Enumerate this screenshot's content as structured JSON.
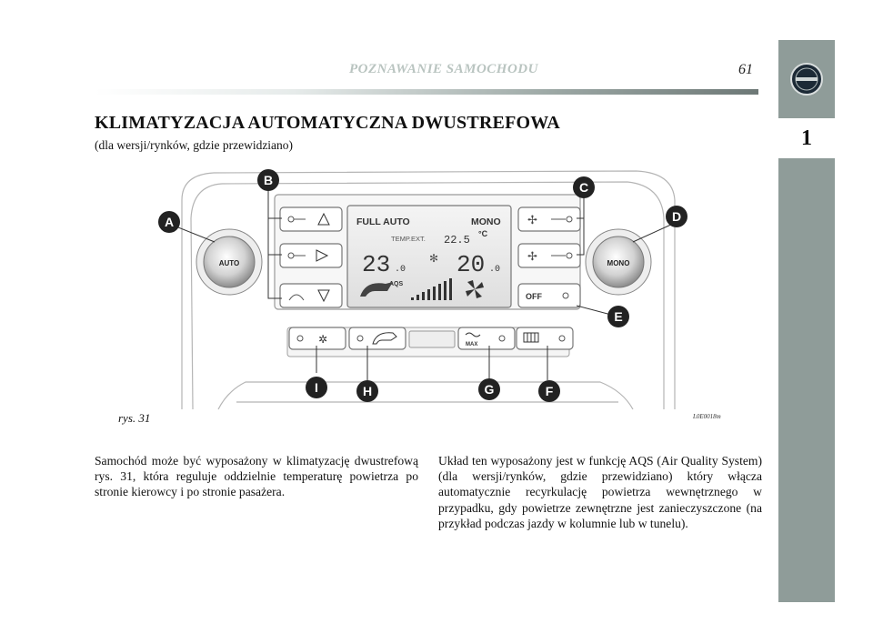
{
  "header": {
    "section": "POZNAWANIE SAMOCHODU",
    "page_number": "61"
  },
  "side_tab": {
    "chapter": "1",
    "logo_icon": "lancia-logo-icon"
  },
  "title": "KLIMATYZACJA AUTOMATYCZNA DWUSTREFOWA",
  "subtitle": "(dla wersji/rynków, gdzie przewidziano)",
  "figure": {
    "caption": "rys. 31",
    "code": "L0E0018m",
    "callouts": [
      "A",
      "B",
      "C",
      "D",
      "E",
      "F",
      "G",
      "H",
      "I"
    ],
    "knob_left_label": "AUTO",
    "knob_right_label": "MONO",
    "off_label": "OFF",
    "max_label": "MAX",
    "display": {
      "full_auto": "FULL AUTO",
      "mono": "MONO",
      "temp_ext_label": "TEMP.EXT.",
      "temp_ext_value": "22.5",
      "temp_unit": "°C",
      "left_temp": "23",
      "left_temp_decimal": ".0",
      "right_temp": "20",
      "right_temp_decimal": ".0",
      "aqs": "AQS"
    }
  },
  "body": {
    "left": "Samochód może być wyposażony w klimatyzację dwustrefową rys. 31, która reguluje oddzielnie temperaturę powietrza po stronie kierowcy i po stronie pasażera.",
    "right": "Układ ten wyposażony jest w funkcję AQS (Air Quality System) (dla wersji/rynków, gdzie przewidziano) który włącza automatycznie recyrkulację powietrza wewnętrznego w przypadku, gdy powietrze zewnętrzne jest zanieczyszczone (na przykład podczas jazdy w kolumnie lub w tunelu)."
  }
}
